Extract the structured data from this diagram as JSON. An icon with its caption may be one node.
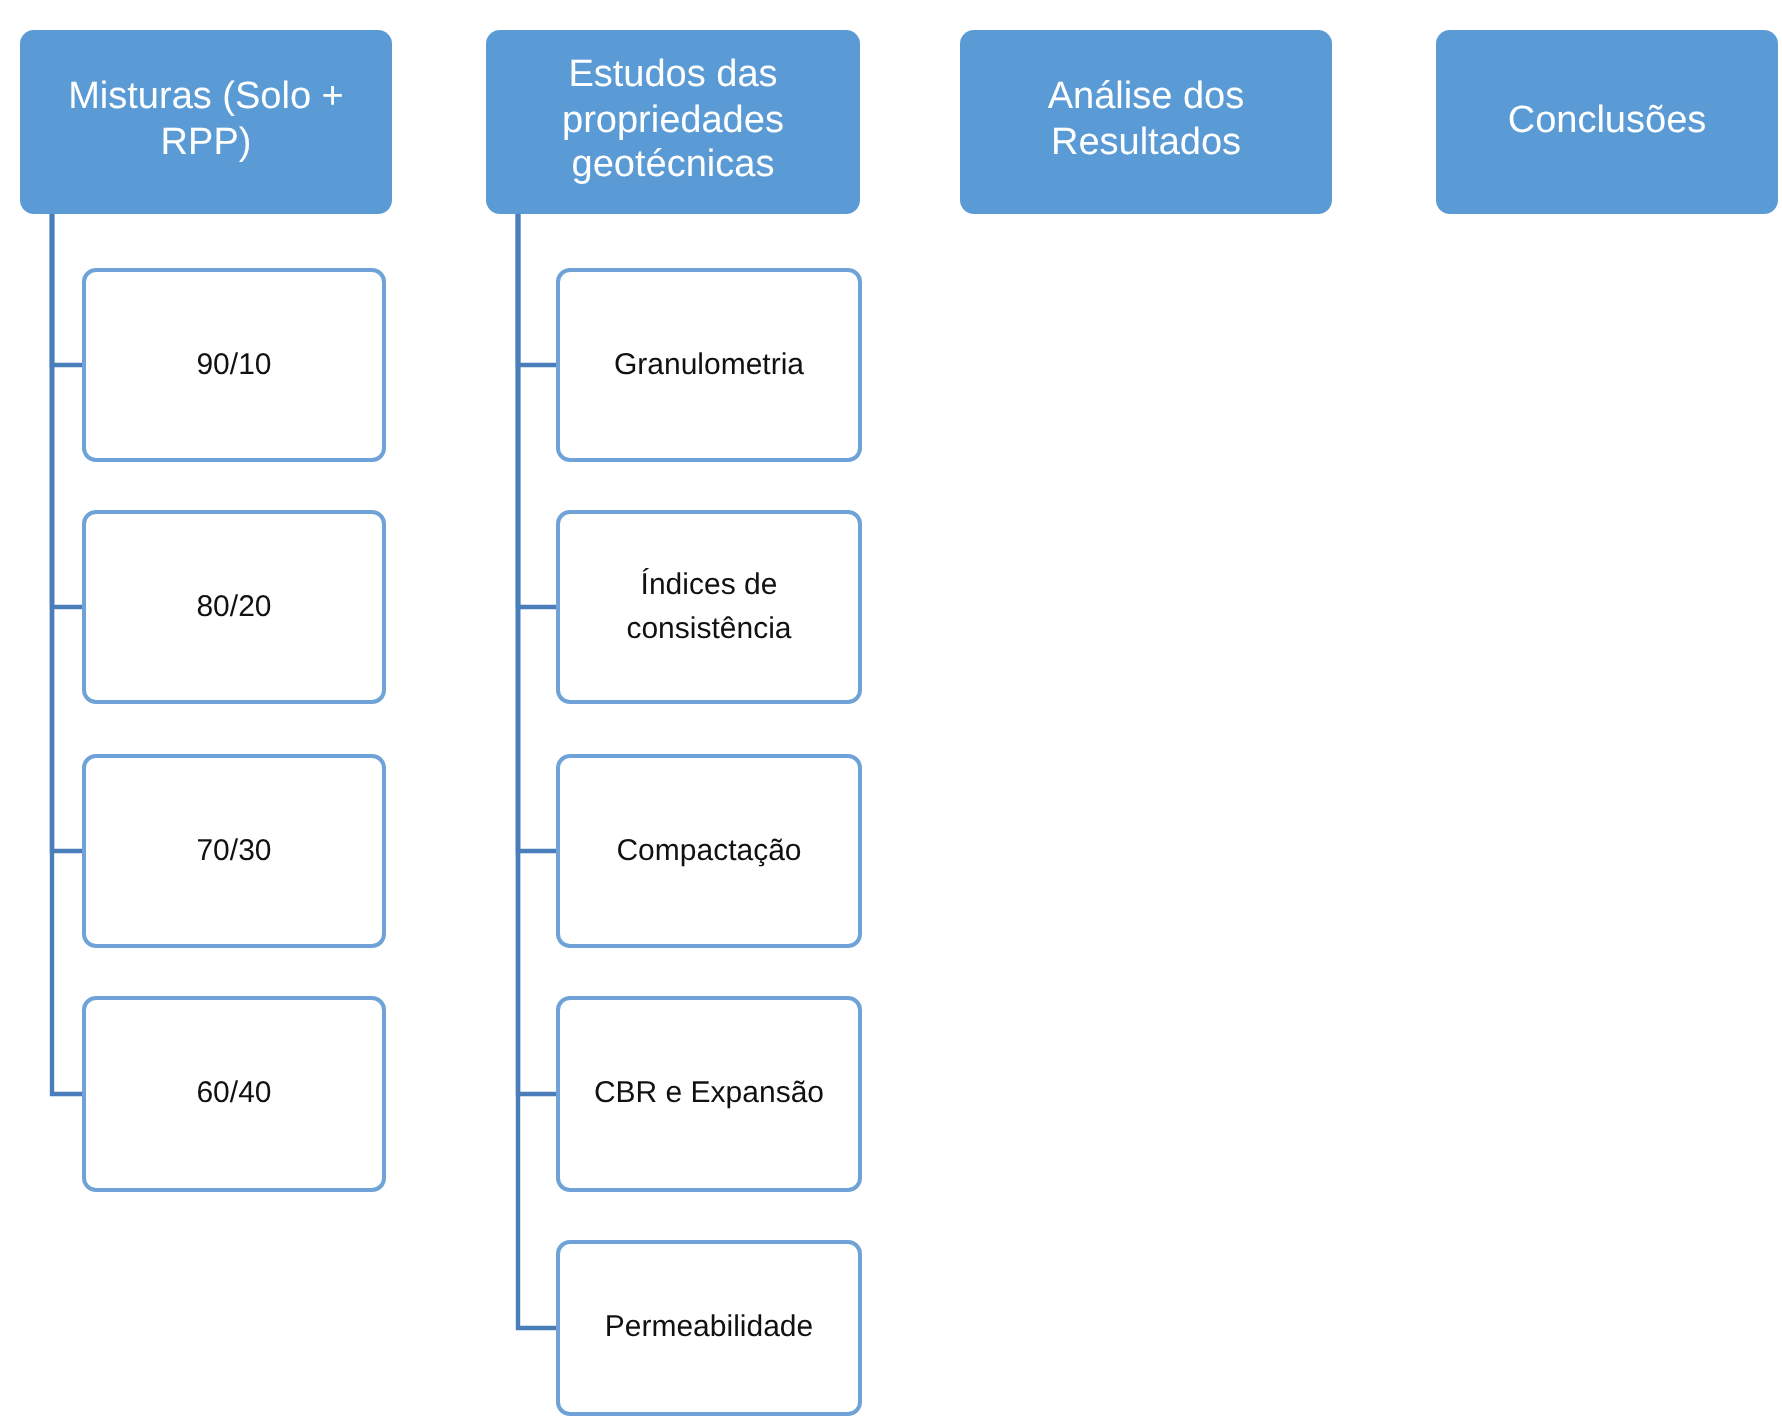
{
  "diagram": {
    "nodes": [
      {
        "text": [
          "Misturas (Solo + RPP)"
        ]
      },
      {
        "text": [
          "90/10"
        ]
      },
      {
        "text": [
          "80/20"
        ]
      },
      {
        "text": [
          "70/30"
        ]
      },
      {
        "text": [
          "60/40"
        ]
      },
      {
        "text": [
          "Estudos das propriedades geotécnicas"
        ]
      },
      {
        "text": [
          "Granulometria"
        ]
      },
      {
        "text": [
          "Índices de consistência"
        ]
      },
      {
        "text": [
          "Compactação"
        ]
      },
      {
        "text": [
          "CBR e Expansão"
        ]
      },
      {
        "text": [
          "Permeabilidade"
        ]
      },
      {
        "text": [
          "Análise dos Resultados"
        ]
      },
      {
        "text": [
          "Conclusões"
        ]
      }
    ],
    "edges": [
      {
        "from": 0,
        "to": 1,
        "arrow": "none"
      },
      {
        "from": 0,
        "to": 2,
        "arrow": "none"
      },
      {
        "from": 0,
        "to": 3,
        "arrow": "none"
      },
      {
        "from": 0,
        "to": 4,
        "arrow": "none"
      },
      {
        "from": 5,
        "to": 6,
        "arrow": "none"
      },
      {
        "from": 5,
        "to": 7,
        "arrow": "none"
      },
      {
        "from": 5,
        "to": 8,
        "arrow": "none"
      },
      {
        "from": 5,
        "to": 9,
        "arrow": "none"
      },
      {
        "from": 5,
        "to": 10,
        "arrow": "none"
      }
    ]
  }
}
